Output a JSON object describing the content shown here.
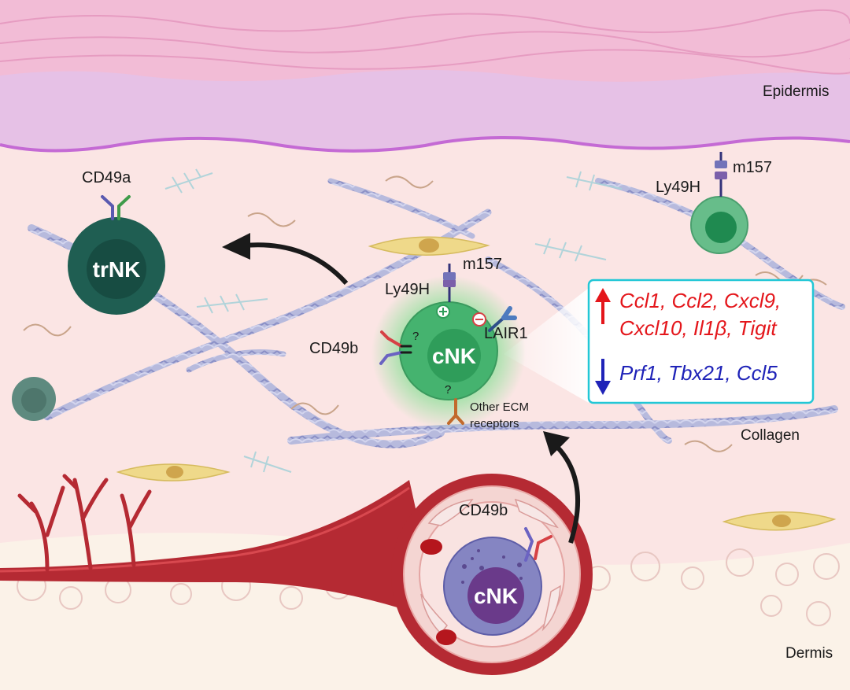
{
  "layers": {
    "epidermis": "Epidermis",
    "collagen": "Collagen",
    "dermis": "Dermis"
  },
  "cells": {
    "trnk": "trNK",
    "cnk_center": "cNK",
    "cnk_vessel": "cNK"
  },
  "receptors": {
    "cd49a": "CD49a",
    "m157_top": "m157",
    "ly49h_top": "Ly49H",
    "m157_center": "m157",
    "ly49h_center": "Ly49H",
    "lair1": "LAIR1",
    "cd49b_center": "CD49b",
    "other_ecm_line1": "Other ECM",
    "other_ecm_line2": "receptors",
    "cd49b_vessel": "CD49b",
    "unknown_mark": "?"
  },
  "genes": {
    "up_line1": "Ccl1, Ccl2, Cxcl9,",
    "up_line2": "Cxcl10, Il1β, Tigit",
    "down_line1": "Prf1, Tbx21, Ccl5"
  },
  "colors": {
    "epidermis": "#e9c2e8",
    "dermis": "#fbe5e4",
    "collagen": "#b4b7dc",
    "trnk": "#1f5e52",
    "cnk_center": "#3fad6e",
    "cnk_vessel": "#7d7dbf",
    "vessel": "#b52a33",
    "up_arrow": "#e4161b",
    "down_arrow": "#1f23b8",
    "box_border": "#22c7d6"
  }
}
